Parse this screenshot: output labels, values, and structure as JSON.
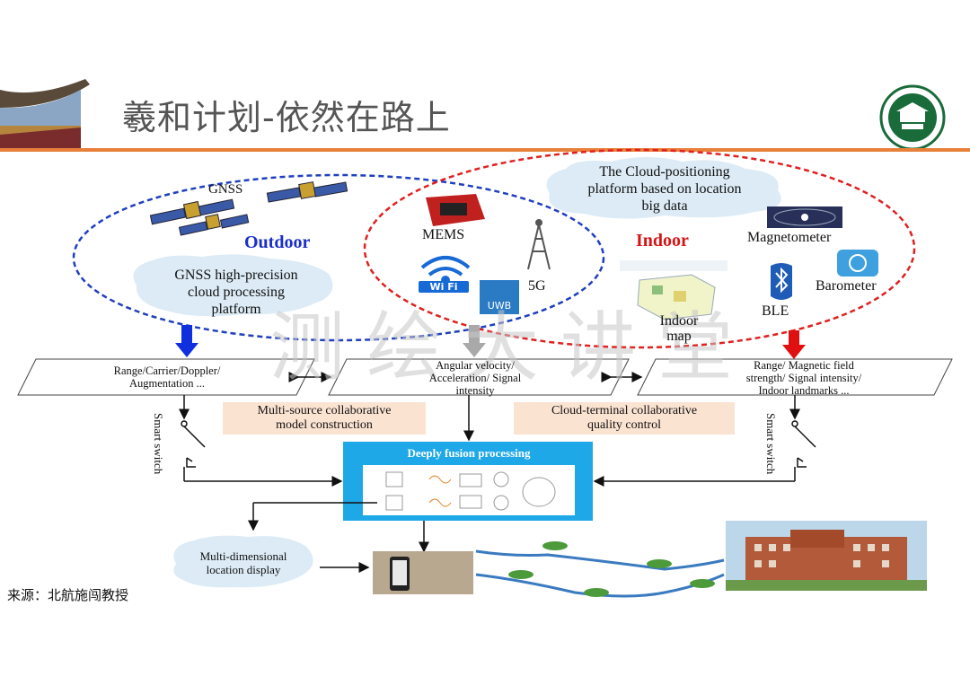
{
  "header": {
    "title": "羲和计划-依然在路上",
    "accent_color": "#e8803a"
  },
  "diagram": {
    "outdoor_region": {
      "satellite_label": "GNSS",
      "region_label": "Outdoor",
      "platform_label": "GNSS high-precision cloud processing platform",
      "platform_lines": [
        "GNSS high-precision",
        "cloud processing",
        "platform"
      ]
    },
    "indoor_region": {
      "cloud_platform_lines": [
        "The Cloud-positioning",
        "platform based on location",
        "big data"
      ],
      "region_label": "Indoor",
      "sensors": {
        "mems": "MEMS",
        "wifi": "Wi Fi",
        "uwb": "UWB",
        "g5": "5G",
        "magnetometer": "Magnetometer",
        "barometer": "Barometer",
        "ble": "BLE",
        "indoor_map_lines": [
          "Indoor",
          "map"
        ]
      }
    },
    "observations": {
      "left_lines": [
        "Range/Carrier/Doppler/",
        "Augmentation ..."
      ],
      "middle_lines": [
        "Angular velocity/",
        "Acceleration/ Signal",
        "intensity"
      ],
      "right_lines": [
        "Range/ Magnetic field",
        "strength/ Signal intensity/",
        "Indoor landmarks ..."
      ]
    },
    "collab": {
      "left_lines": [
        "Multi-source collaborative",
        "model construction"
      ],
      "right_lines": [
        "Cloud-terminal collaborative",
        "quality control"
      ]
    },
    "switch_label": "Smart switch",
    "fusion_label": "Deeply fusion processing",
    "display_lines": [
      "Multi-dimensional",
      "location display"
    ],
    "watermark": "测绘大讲堂",
    "colors": {
      "outdoor_ellipse": "#1f3fbf",
      "indoor_ellipse": "#e02020",
      "fusion_box": "#1fa8e8",
      "outdoor_arrow": "#1030e0",
      "indoor_arrow": "#e01010",
      "middle_arrow": "#a9a9a9"
    }
  },
  "source": "来源：北航施闯教授"
}
